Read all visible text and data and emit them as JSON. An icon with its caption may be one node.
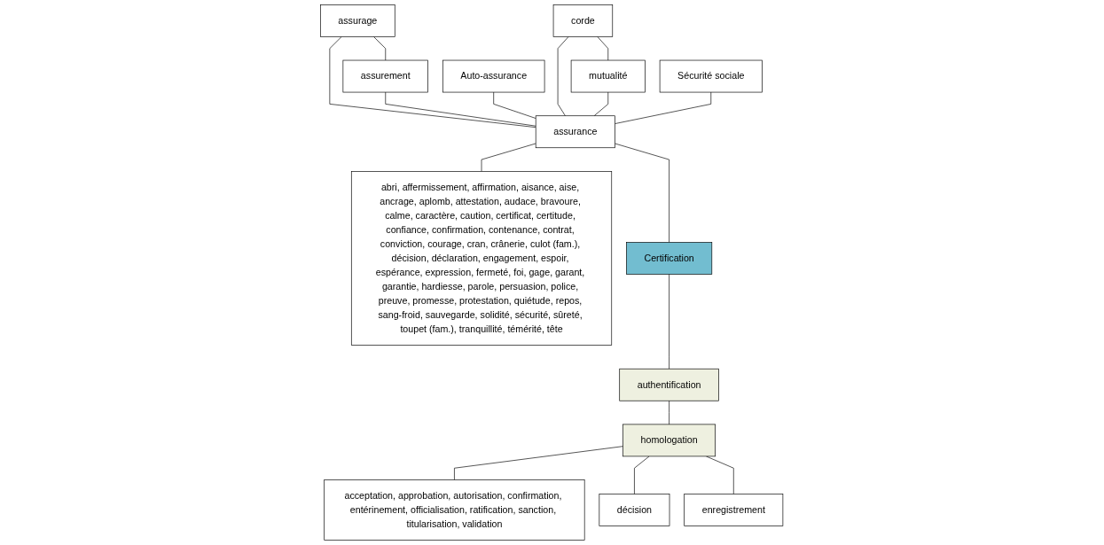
{
  "diagram": {
    "nodes": [
      {
        "text": [
          "assurage"
        ]
      },
      {
        "text": [
          "assurement"
        ]
      },
      {
        "text": [
          "Auto-assurance"
        ]
      },
      {
        "text": [
          "corde"
        ]
      },
      {
        "text": [
          "mutualité"
        ]
      },
      {
        "text": [
          "Sécurité sociale"
        ]
      },
      {
        "text": [
          "assurance"
        ]
      },
      {
        "text": [
          "abri, affermissement, affirmation, aisance, aise, ancrage, aplomb, attestation, audace, bravoure, calme, caractère, caution, certificat, certitude, confiance, confirmation, contenance, contrat, conviction, courage, cran, crânerie, culot (fam.), décision, déclaration, engagement, espoir, espérance, expression, fermeté, foi, gage, garant, garantie, hardiesse, parole, persuasion, police, preuve, promesse, protestation, quiétude, repos, sang-froid, sauvegarde, solidité, sécurité, sûreté, toupet (fam.), tranquillité, témérité, tête"
        ]
      },
      {
        "text": [
          "Certification"
        ]
      },
      {
        "text": [
          "authentification"
        ]
      },
      {
        "text": [
          "homologation"
        ]
      },
      {
        "text": [
          "acceptation, approbation, autorisation, confirmation, entérinement, officialisation, ratification, sanction, titularisation, validation"
        ]
      },
      {
        "text": [
          "décision"
        ]
      },
      {
        "text": [
          "enregistrement"
        ]
      }
    ],
    "edges": [
      {
        "from": 0,
        "to": 1,
        "arrow": "none"
      },
      {
        "from": 3,
        "to": 4,
        "arrow": "none"
      },
      {
        "from": 0,
        "to": 6,
        "arrow": "none"
      },
      {
        "from": 1,
        "to": 6,
        "arrow": "none"
      },
      {
        "from": 2,
        "to": 6,
        "arrow": "none"
      },
      {
        "from": 3,
        "to": 6,
        "arrow": "none"
      },
      {
        "from": 4,
        "to": 6,
        "arrow": "none"
      },
      {
        "from": 5,
        "to": 6,
        "arrow": "none"
      },
      {
        "from": 6,
        "to": 7,
        "arrow": "none"
      },
      {
        "from": 6,
        "to": 8,
        "arrow": "none"
      },
      {
        "from": 8,
        "to": 9,
        "arrow": "none"
      },
      {
        "from": 9,
        "to": 10,
        "arrow": "none"
      },
      {
        "from": 10,
        "to": 11,
        "arrow": "none"
      },
      {
        "from": 10,
        "to": 12,
        "arrow": "none"
      },
      {
        "from": 10,
        "to": 13,
        "arrow": "none"
      }
    ]
  }
}
